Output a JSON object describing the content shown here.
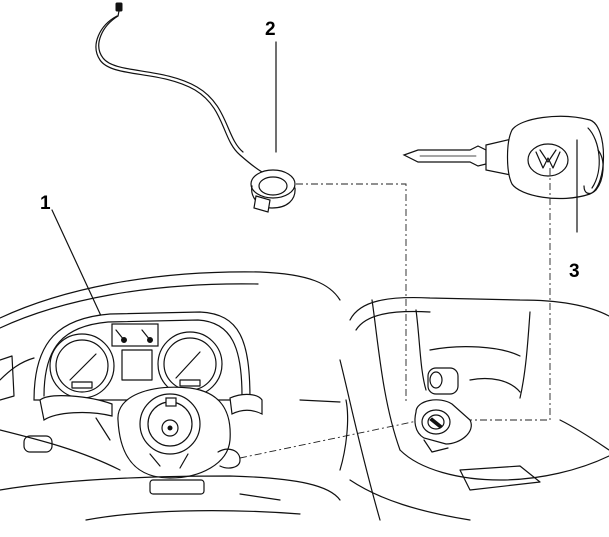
{
  "labels": {
    "one": "1",
    "two": "2",
    "three": "3"
  },
  "icons": {
    "key_logo": "vw-logo-icon"
  }
}
